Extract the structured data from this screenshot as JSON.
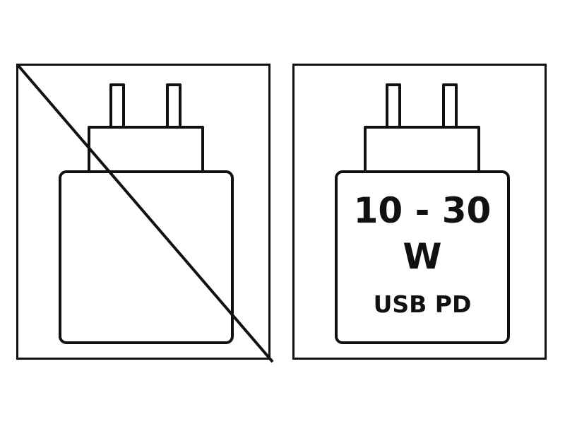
{
  "colors": {
    "stroke": "#111111",
    "background": "#ffffff"
  },
  "icons": {
    "left": "charger-not-included-icon",
    "right": "usb-pd-charger-icon"
  },
  "right_panel": {
    "power_range": "10 - 30",
    "power_unit": "W",
    "standard": "USB PD"
  }
}
